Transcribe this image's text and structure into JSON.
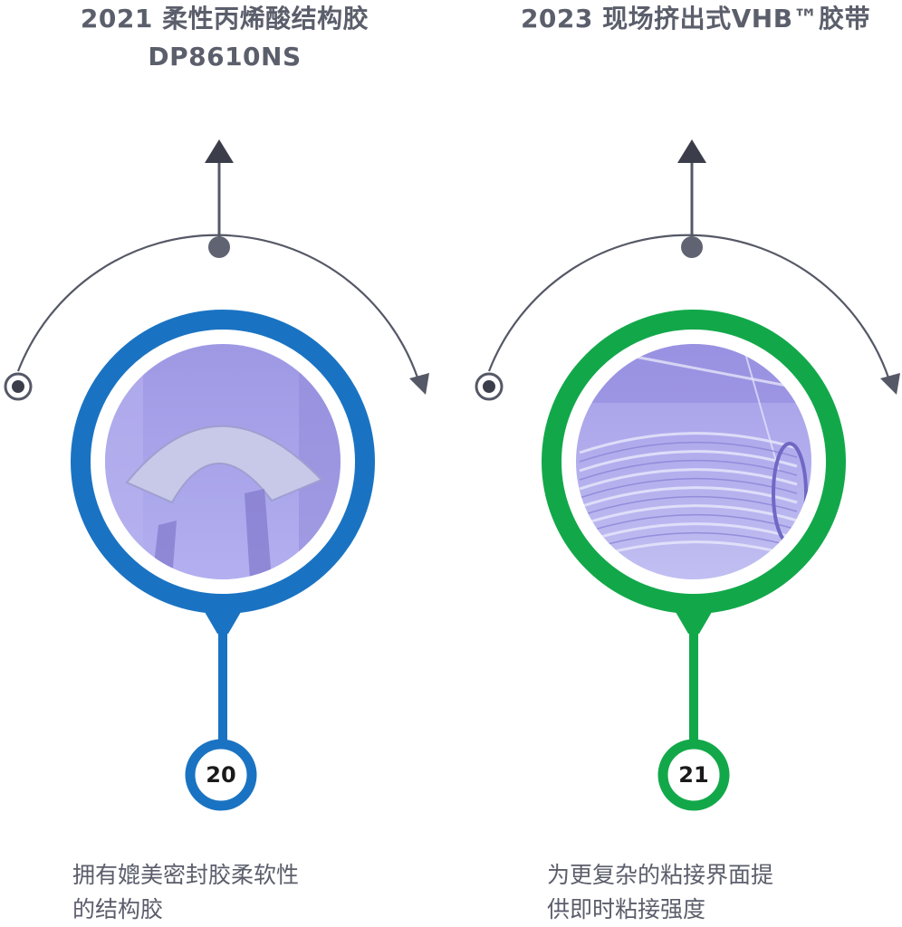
{
  "milestones": [
    {
      "title_line1": "2021 柔性丙烯酸结构胶",
      "title_line2": "DP8610NS",
      "number": "20",
      "desc_line1": "拥有媲美密封胶柔软性",
      "desc_line2": "的结构胶",
      "ring_color": "#1a73c2",
      "image_icon": "curved-adhesive-part-photo"
    },
    {
      "title_line1": "2023 现场挤出式VHB™胶带",
      "title_line2": "",
      "number": "21",
      "desc_line1": "为更复杂的粘接界面提",
      "desc_line2": "供即时粘接强度",
      "ring_color": "#12a84a",
      "image_icon": "tape-rolls-photo"
    }
  ],
  "colors": {
    "arc": "#555866",
    "text": "#5b5e6b",
    "photo_tint": "#a8a0ea"
  }
}
